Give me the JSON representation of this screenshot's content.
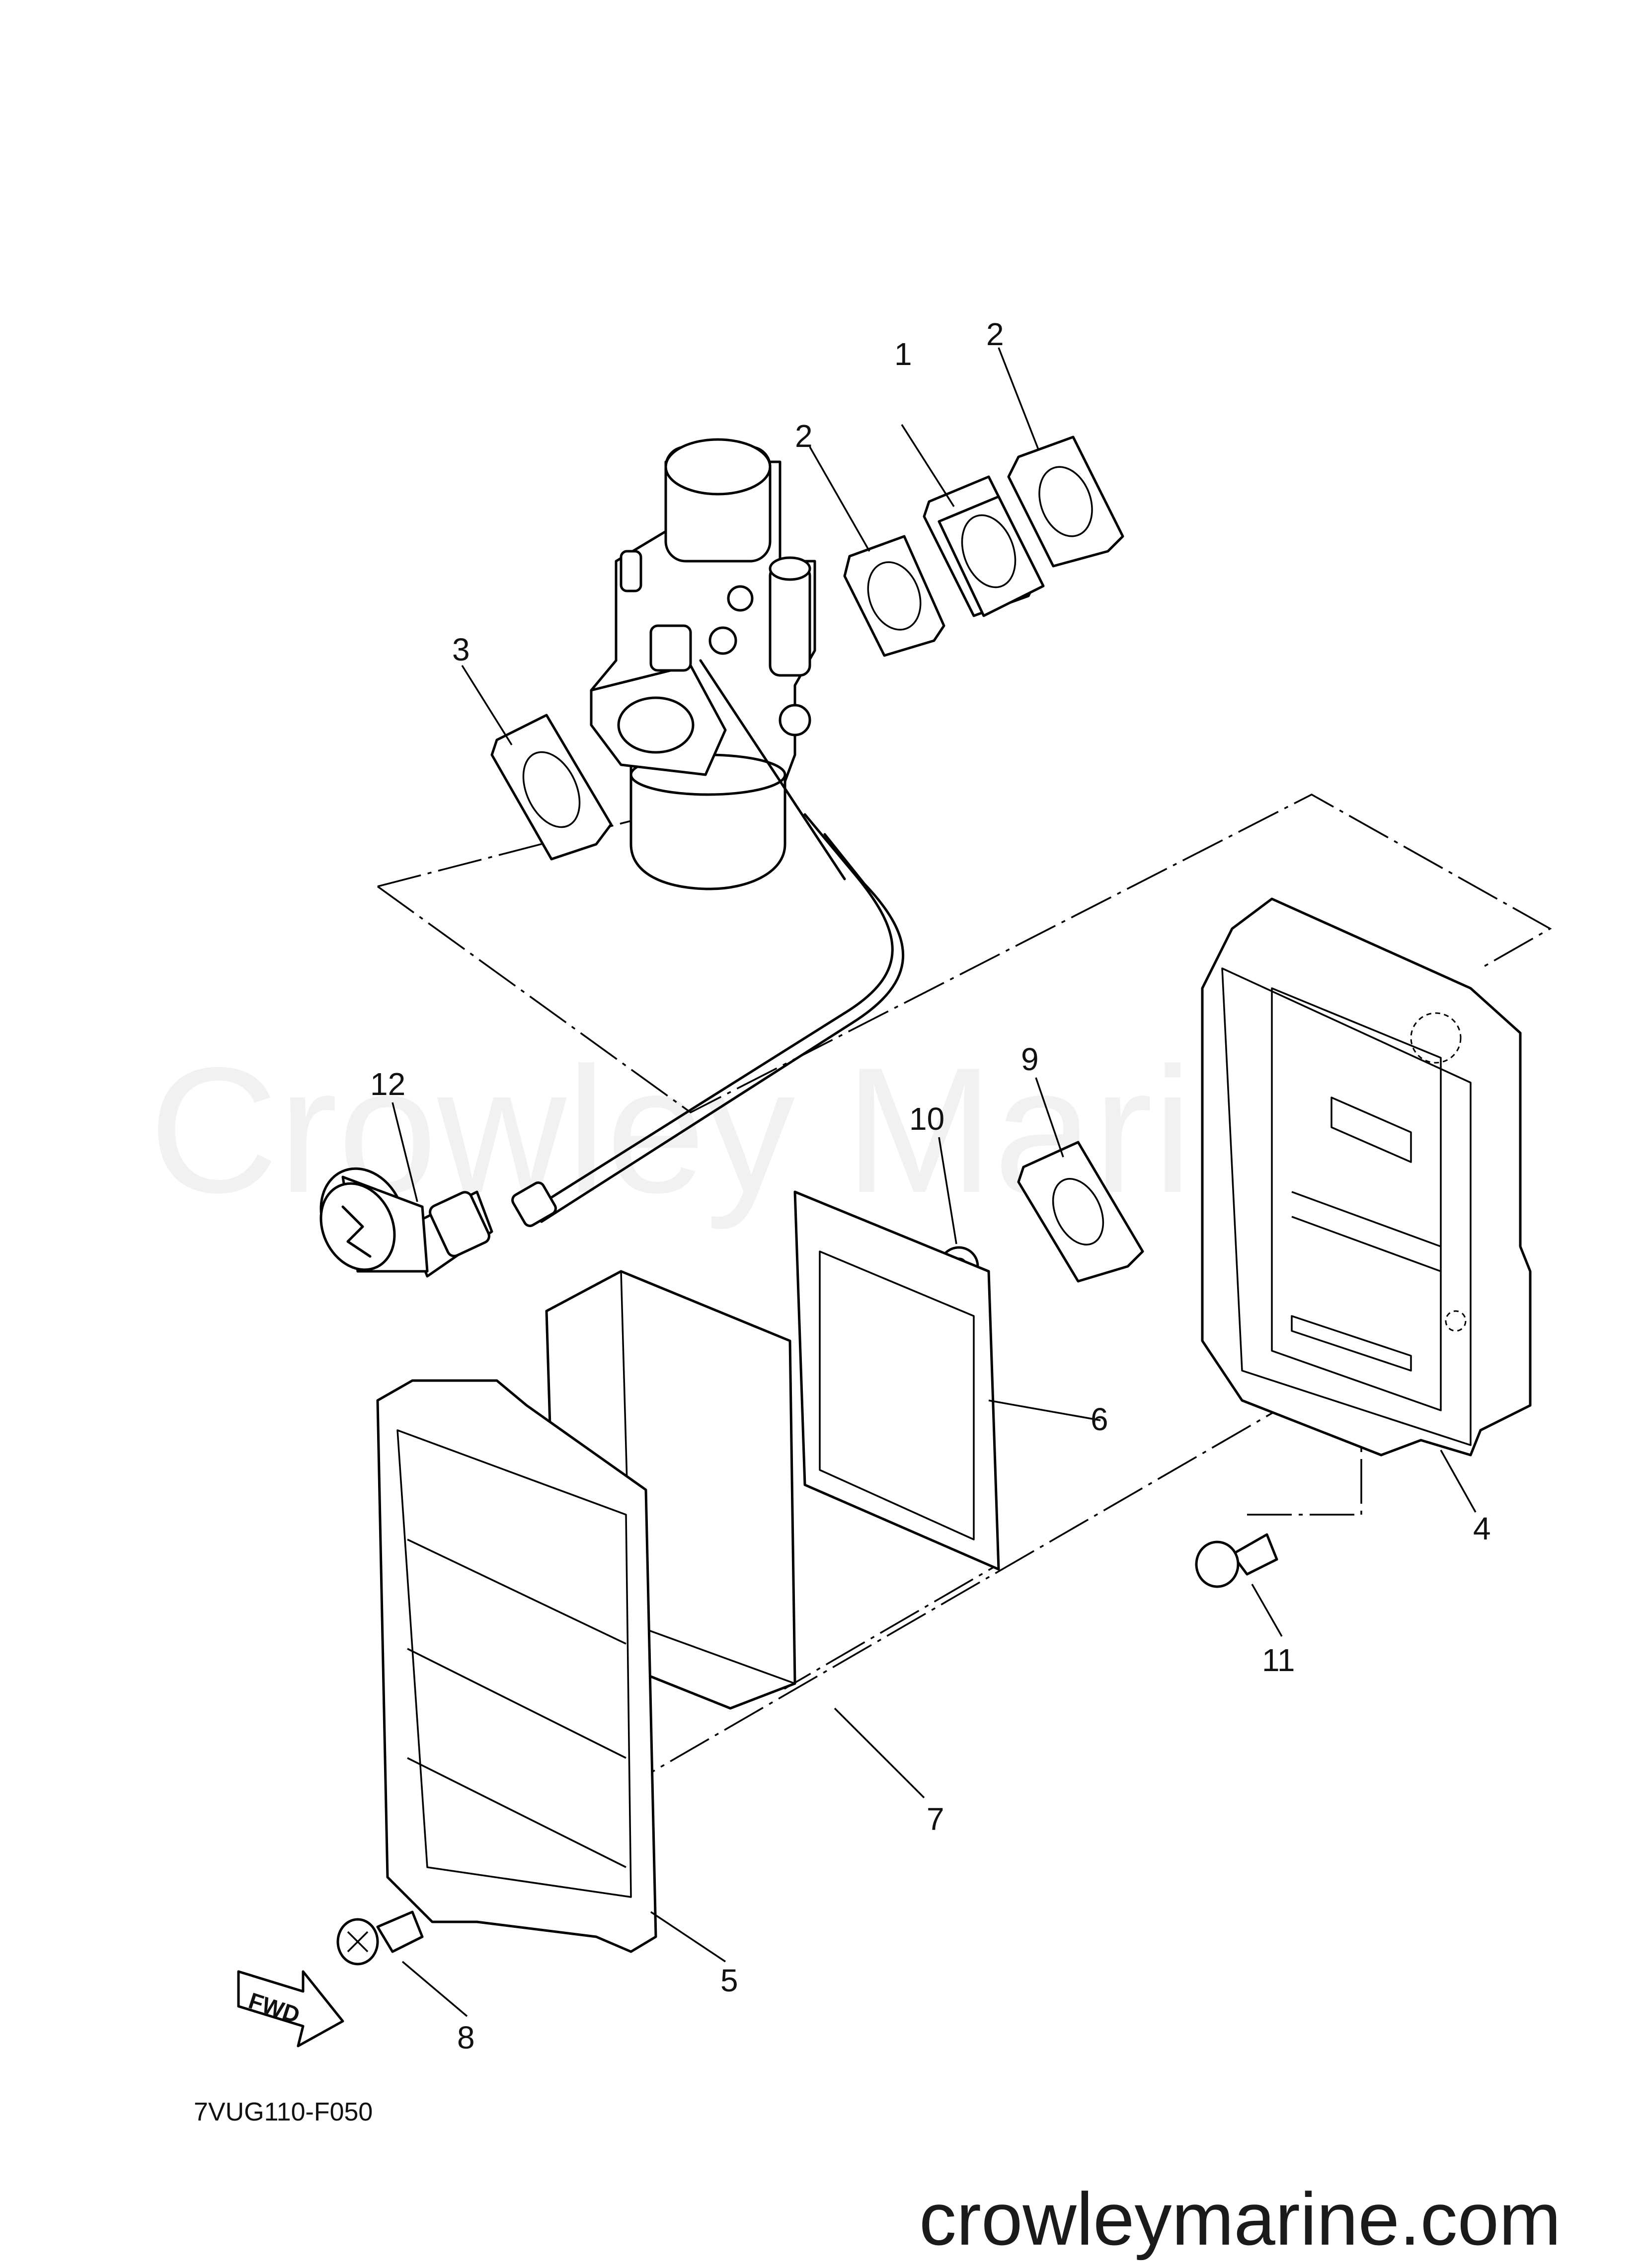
{
  "watermark": "Crowley Marine",
  "site_url": "crowleymarine.com",
  "diagram_code": "7VUG110-F050",
  "fwd_label": "FWD",
  "callouts": [
    "1",
    "2",
    "2",
    "3",
    "4",
    "5",
    "6",
    "7",
    "8",
    "9",
    "10",
    "11",
    "12"
  ],
  "colors": {
    "ink": "#000000",
    "watermark": "#f1f1f1",
    "background": "#ffffff"
  }
}
